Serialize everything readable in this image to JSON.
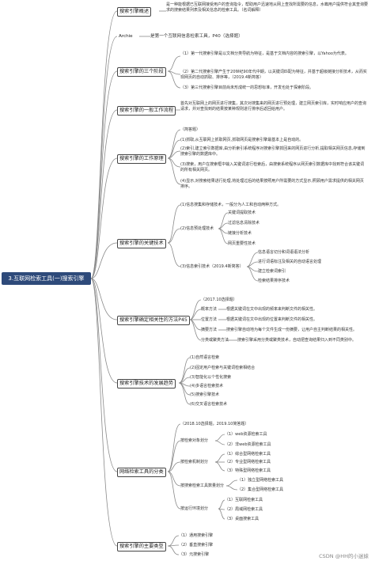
{
  "root": "3.互联网检索工具(一)搜索引擎",
  "watermark": "CSDN @HH的小迷妹",
  "branches": {
    "b1": {
      "label": "搜索引擎概述",
      "note": "是一种能根据已互联网接受用户的查询指令，帮助用户迅速地从网上查找所需要的信息，水蜘用户提供符合其查询要求的搜索结果列表及相关信息的检索工具。（名词解释）"
    },
    "b2": {
      "label": "Archie",
      "note": "是第一个互联网信息检索工具，P40（选择题）"
    },
    "b3": {
      "label": "搜索引擎的三个阶段",
      "items": [
        "（1）第一代搜索引擎是以文档分类导航为特征，是基于文档内容的搜索引擎，以Yahoo为代表。",
        "（2）第二代搜索引擎产生于20世纪90年代中期，以关键词匹配为特征，并基于超级链接分析技术，从而实现网页的自动抓取、排序等，（2019.4新简答）",
        "（3）第三代搜索引擎目前尚未形成统一的思想标准，开发也处于探索阶段。"
      ]
    },
    "b4": {
      "label": "搜索引擎的一般工作流程",
      "note": "首先对互联网上的网页进行搜集，其次对搜集来的网页进行预处理，建立网页索引库，实时响应用户的查询请求，并对查找到的结果按某种规则进行排序后返回给用户。"
    },
    "b5": {
      "label": "搜索引擎的工作原理",
      "tag": "（简答题）",
      "items": [
        "(1)抓取,从互联网上抓取网页,抓取网页是搜索引擎最基本上是自动的。",
        "(2)索引,建立索引数据库,由分析索引系统程序对搜索引擎抓回来的网页进行分析,提取相关网页信息,存储到搜索引擎的数据库中。",
        "(3)搜索，用户在搜索框中输入关键词进行检索后，由搜索系统程序从网页索引数据库中找到符合该关键词的所有相关网页。",
        "(4)显示,对搜索结果进行处理,将处理过后的结果按照用户所需要的方式显示,照顾用户需求提供的相关网页排序。"
      ]
    },
    "b6": {
      "label": "搜索引擎的关键技术",
      "g1": "(1)信息搜集和存储技术，一般分为人工和自动两种方式。",
      "g2": "(2)信息预处理技术",
      "g2items": [
        "关键词提取技术",
        "过滤信息清除技术",
        "链接分析技术",
        "网页重要性技术"
      ],
      "g3": "(3)信息索引技术（2019.4新简答）",
      "g3items": [
        "信息语言切分和词语语法分析",
        "进行词语标注及相关的自动语言处理",
        "建立检索词索引",
        "检索结果排序技术"
      ]
    },
    "b7": {
      "label": "搜索引擎确定相关性的方法P45",
      "tag": "（2017.10选择题）",
      "rows": [
        {
          "name": "概率方法",
          "desc": "根据关键词在文中出现的频率来判断文件的相关性。"
        },
        {
          "name": "位置方法",
          "desc": "根据关键词在文中出现的位置来判断文件的相关性。"
        },
        {
          "name": "摘要方法",
          "desc": "搜索引擎自动地为每个文件生成一份摘要，让用户自主判断结果的相关性。"
        },
        {
          "name": "分类或聚类方法",
          "desc": "搜索引擎采用分类或聚类技术，自动把查询结果归入到不同类别中。"
        }
      ]
    },
    "b8": {
      "label": "搜索引擎技术的发展趋势",
      "items": [
        "(1)自然语言检索",
        "(2)固定用户检索与关键词检索相结合",
        "(3)智能化以个性化搜索",
        "(4)多语言检索技术",
        "(5)搜索引擎技术",
        "(6)交叉语言检索技术"
      ]
    },
    "b9": {
      "label": "网络检索工具的分类",
      "tag": "（2018.10选择题，2019.10简答题）",
      "groups": [
        {
          "name": "按检索对象划分",
          "items": [
            "（1）web资源检索工具",
            "（2）非web资源检索工具"
          ]
        },
        {
          "name": "按检索机制划分",
          "items": [
            "（1）综合型网络检索工具",
            "（2）专业型网络检索工具",
            "（3）特殊型网络检索工具"
          ]
        },
        {
          "name": "按搜索检索工具数量划分",
          "items": [
            "（1）独立型网络检索工具",
            "（2）集合型网络检索工具"
          ]
        },
        {
          "name": "按运行环境划分",
          "items": [
            "（1）互联网检索工具",
            "（2）局域网检索工具",
            "（3）桌面搜索工具"
          ]
        }
      ]
    },
    "b10": {
      "label": "搜索引擎的主要类型",
      "items": [
        "（1）通用搜索引擎",
        "（2）垂直搜索引擎",
        "（3）元搜索引擎"
      ]
    }
  }
}
